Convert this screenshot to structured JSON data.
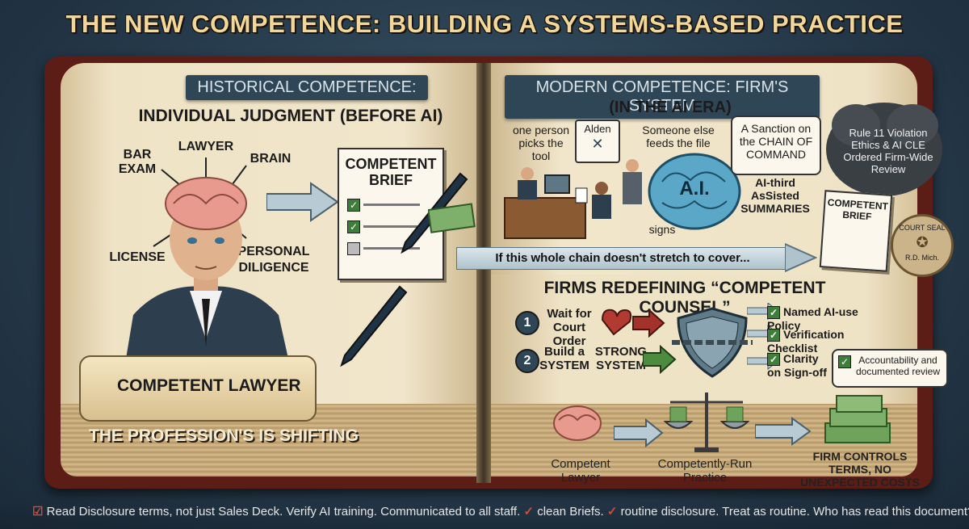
{
  "title": "THE NEW COMPETENCE: BUILDING A SYSTEMS-BASED PRACTICE",
  "left": {
    "banner": "HISTORICAL COMPETENCE:",
    "heading": "INDIVIDUAL JUDGMENT (BEFORE AI)",
    "labels": {
      "bar_exam": "BAR EXAM",
      "lawyer": "LAWYER",
      "brain": "BRAIN",
      "license": "LICENSE",
      "personal_diligence": "PERSONAL DILIGENCE"
    },
    "brief_title": "COMPETENT BRIEF",
    "scroll_label": "COMPETENT LAWYER",
    "shifting": "THE PROFESSION'S IS SHIFTING"
  },
  "right": {
    "banner": "MODERN COMPETENCE: FIRM'S SYSTEM",
    "heading": "(IN THE AI ERA)",
    "one_person": "one person picks the tool",
    "tool_name": "Alden",
    "someone_else": "Someone else feeds the file",
    "ai_label": "A.I.",
    "signs": "signs",
    "sanction": "A Sanction on the CHAIN OF COMMAND",
    "ai_third": "AI-third AsSisted SUMMARIES",
    "violation": "Rule 11 Violation Ethics & AI CLE Ordered Firm-Wide Review",
    "burnt_brief": "COMPETENT BRIEF",
    "seal_top": "COURT SEAL",
    "seal_bottom": "R.D. Mich.",
    "chain": "If this whole chain doesn't stretch to cover...",
    "firms_heading": "FIRMS REDEFINING “COMPETENT COUNSEL”",
    "step1_num": "1",
    "step1": "Wait for Court Order",
    "step2_num": "2",
    "step2": "Build a SYSTEM",
    "strong_system": "STRONG SYSTEM",
    "checks": [
      "Named AI-use Policy",
      "Verification Checklist",
      "Clarity on Sign-off"
    ],
    "accountability": "Accountability and documented review",
    "competent_lawyer": "Competent Lawyer",
    "competently_run": "Competently-Run Practice",
    "firm_controls": "FIRM CONTROLS TERMS, NO UNEXPECTED COSTS"
  },
  "footer": {
    "part1": "Read Disclosure terms, not just Sales Deck. Verify AI training. Communicated to all staff.",
    "part2": "clean Briefs.",
    "part3": "routine disclosure. Treat as routine. Who has read this document?"
  },
  "colors": {
    "title": "#f1d89a",
    "banner": "#2f4656",
    "cover": "#5b1d15",
    "check": "#3e7d3a",
    "arrow_red": "#a3322a"
  }
}
